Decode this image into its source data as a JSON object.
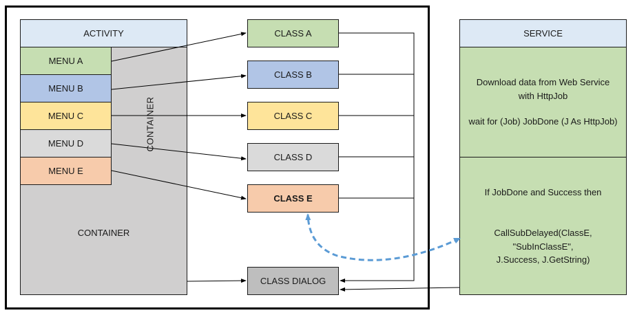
{
  "activity": {
    "title": "ACTIVITY",
    "container_label": "CONTAINER",
    "container_vertical_label": "CONTAINER",
    "menus": [
      {
        "label": "MENU A",
        "color": "#c6deb2"
      },
      {
        "label": "MENU B",
        "color": "#b1c5e6"
      },
      {
        "label": "MENU C",
        "color": "#fee49a"
      },
      {
        "label": "MENU D",
        "color": "#dadada"
      },
      {
        "label": "MENU E",
        "color": "#f7cbab"
      }
    ]
  },
  "classes": [
    {
      "label": "CLASS A",
      "color": "#c6deb2"
    },
    {
      "label": "CLASS B",
      "color": "#b1c5e6"
    },
    {
      "label": "CLASS C",
      "color": "#fee49a"
    },
    {
      "label": "CLASS D",
      "color": "#dadada"
    },
    {
      "label": "CLASS E",
      "color": "#f7cbab",
      "bold": true
    }
  ],
  "dialog": {
    "label": "CLASS DIALOG",
    "color": "#bebebe"
  },
  "service": {
    "title": "SERVICE",
    "top_lines": [
      "Download data from Web Service",
      "with HttpJob",
      "wait for (Job) JobDone (J As HttpJob)"
    ],
    "bottom_lines": [
      "If JobDone and Success then",
      "CallSubDelayed(ClassE, \"SubInClassE\",",
      "J.Success, J.GetString)"
    ]
  },
  "colors": {
    "header": "#dde9f5",
    "container": "#d0cfcf",
    "service_body": "#c6deb2",
    "dashed_arrow": "#5b9bd5"
  }
}
